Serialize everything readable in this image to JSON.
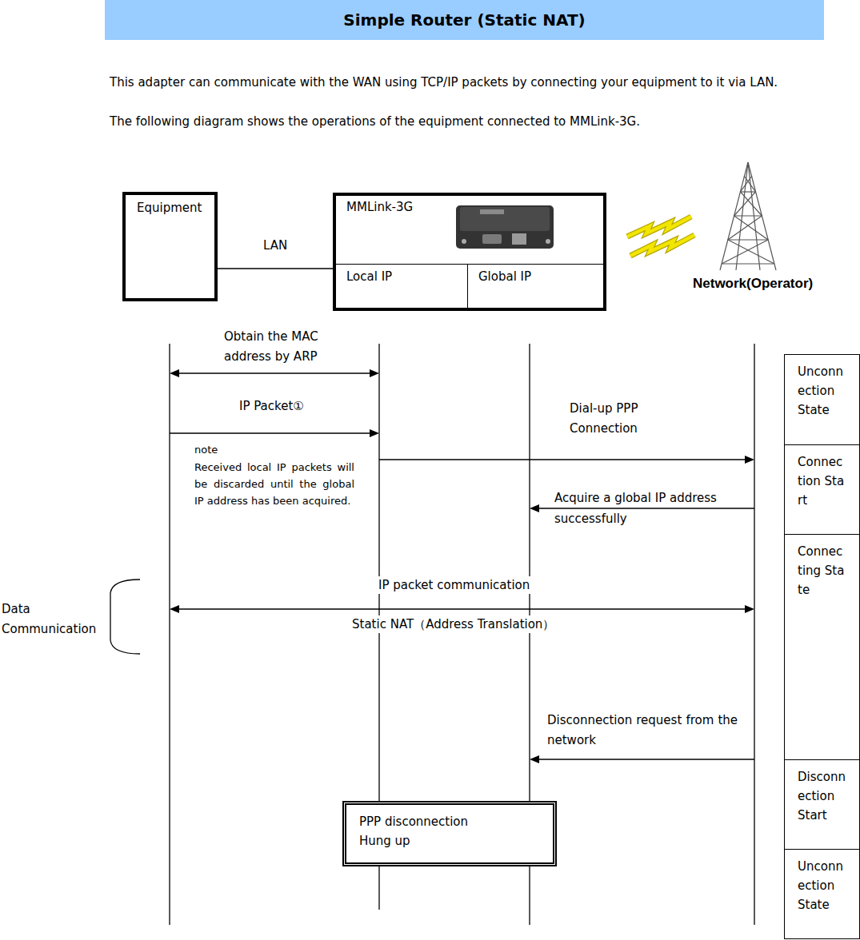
{
  "diagram": {
    "title": "Simple Router (Static NAT)",
    "nodes": [
      {
        "text": [
          "Equipment"
        ]
      },
      {
        "text": [
          "MMLink-3G"
        ]
      },
      {
        "text": [
          "Local IP"
        ],
        "in": 1
      },
      {
        "text": [
          "Global IP"
        ],
        "in": 1
      },
      {
        "text": [
          "Unconnection State"
        ]
      },
      {
        "text": [
          "Connection Start"
        ]
      },
      {
        "text": [
          "Connecting State"
        ]
      },
      {
        "text": [
          "Disconnection Start"
        ]
      },
      {
        "text": [
          "PPP disconnection Hung up"
        ]
      },
      {
        "text": [
          "Unconnection State"
        ]
      }
    ],
    "edges": [
      {
        "from": 0,
        "to": 1,
        "label": "LAN",
        "arrow": "none"
      }
    ],
    "labels": [
      "This adapter can communicate with the WAN using TCP/IP packets by connecting your equipment to it via LAN.",
      "The following diagram shows the operations of the equipment connected to MMLink-3G.",
      "Network(Operator)",
      "Obtain the MAC address by ARP",
      "IP Packet①",
      "Dial-up PPP Connection",
      "note",
      "Received local IP packets will be discarded until the global IP address has been acquired.",
      "Acquire a global IP address successfully",
      "Data Communication",
      "IP packet communication",
      "Static NAT（Address Translation）",
      "Disconnection request from the network"
    ]
  }
}
